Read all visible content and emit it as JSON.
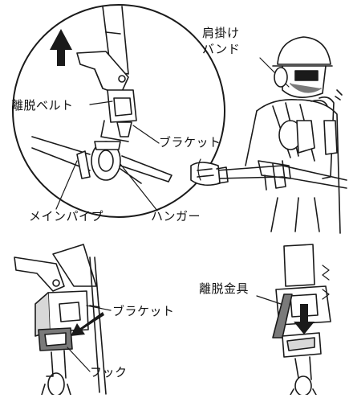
{
  "labels": {
    "shoulder_band_line1": "肩掛け",
    "shoulder_band_line2": "バンド",
    "release_belt": "離脱ベルト",
    "bracket_top": "ブラケット",
    "main_pipe": "メインパイプ",
    "hanger": "ハンガー",
    "bracket_bottom": "ブラケット",
    "hook": "フック",
    "release_fitting": "離脱金具"
  },
  "colors": {
    "line": "#1a1a1a",
    "shade": "#7a7a7a",
    "light_shade": "#d8d8d8",
    "background": "#ffffff"
  },
  "icons": {
    "up_arrow": "arrow-up",
    "pull_arrow": "arrow-down-left",
    "release_arrow": "arrow-down"
  }
}
